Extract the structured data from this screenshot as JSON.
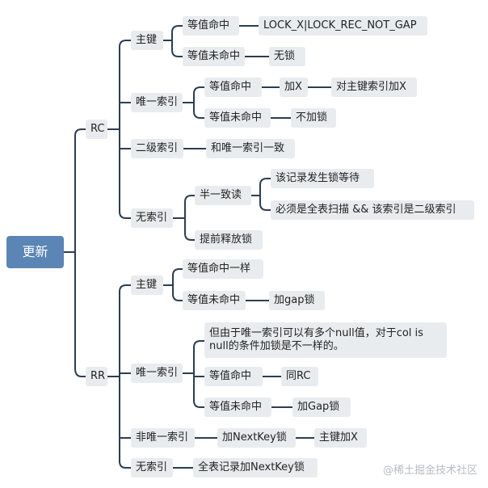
{
  "diagram": {
    "root": "更新",
    "branches": {
      "rc": {
        "label": "RC",
        "pk": {
          "label": "主键",
          "eq_hit": "等值命中",
          "eq_hit_lock": "LOCK_X|LOCK_REC_NOT_GAP",
          "eq_miss": "等值未命中",
          "eq_miss_lock": "无锁"
        },
        "unique": {
          "label": "唯一索引",
          "eq_hit": "等值命中",
          "eq_hit_lock": "加X",
          "eq_hit_pk": "对主键索引加X",
          "eq_miss": "等值未命中",
          "eq_miss_lock": "不加锁"
        },
        "secondary": {
          "label": "二级索引",
          "same": "和唯一索引一致"
        },
        "noindex": {
          "label": "无索引",
          "semi": "半一致读",
          "semi_a": "该记录发生锁等待",
          "semi_b": "必须是全表扫描 && 该索引是二级索引",
          "early": "提前释放锁"
        }
      },
      "rr": {
        "label": "RR",
        "pk": {
          "label": "主键",
          "eq_hit": "等值命中一样",
          "eq_miss": "等值未命中",
          "eq_miss_lock": "加gap锁"
        },
        "unique": {
          "label": "唯一索引",
          "note": "但由于唯一索引可以有多个null值，对于col is null的条件加锁是不一样的。",
          "eq_hit": "等值命中",
          "eq_hit_same": "同RC",
          "eq_miss": "等值未命中",
          "eq_miss_lock": "加Gap锁"
        },
        "nonunique": {
          "label": "非唯一索引",
          "lock": "加NextKey锁",
          "pk": "主键加X"
        },
        "noindex": {
          "label": "无索引",
          "lock": "全表记录加NextKey锁"
        }
      }
    }
  },
  "watermark": "@稀土掘金技术社区"
}
